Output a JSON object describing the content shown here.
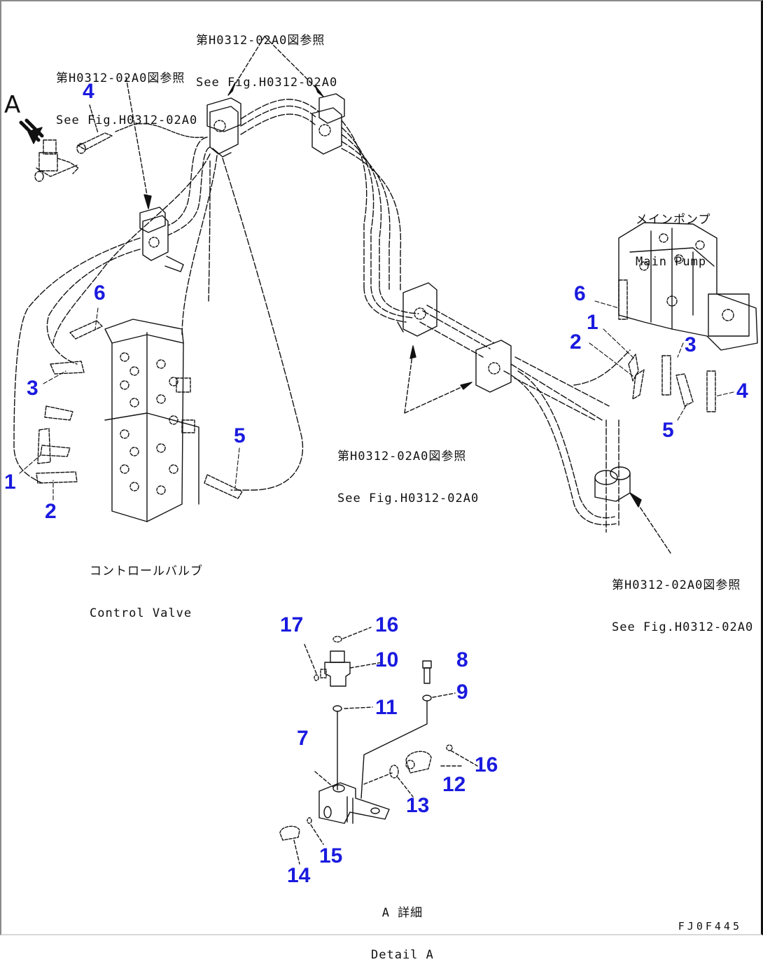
{
  "figure": {
    "code": "FJ0F445",
    "view_letter": "A",
    "accent_color": "#1a1adf",
    "line_color": "#111111"
  },
  "notes": {
    "top_center": {
      "jp": "第H0312-02A0図参照",
      "en": "See Fig.H0312-02A0"
    },
    "top_left": {
      "jp": "第H0312-02A0図参照",
      "en": "See Fig.H0312-02A0"
    },
    "mid_center": {
      "jp": "第H0312-02A0図参照",
      "en": "See Fig.H0312-02A0"
    },
    "bottom_right": {
      "jp": "第H0312-02A0図参照",
      "en": "See Fig.H0312-02A0"
    }
  },
  "components": {
    "main_pump": {
      "jp": "メインポンプ",
      "en": "Main Pump"
    },
    "control_valve": {
      "jp": "コントロールバルブ",
      "en": "Control Valve"
    },
    "detail": {
      "jp": "A 詳細",
      "en": "Detail A"
    }
  },
  "callouts": {
    "upper_left_4": "4",
    "valve_6": "6",
    "valve_3": "3",
    "valve_1": "1",
    "valve_2": "2",
    "valve_5": "5",
    "pump_6": "6",
    "pump_1": "1",
    "pump_2": "2",
    "pump_3": "3",
    "pump_5": "5",
    "pump_4": "4",
    "detail_17": "17",
    "detail_16a": "16",
    "detail_10": "10",
    "detail_8": "8",
    "detail_9": "9",
    "detail_11": "11",
    "detail_7": "7",
    "detail_16b": "16",
    "detail_12": "12",
    "detail_13": "13",
    "detail_15": "15",
    "detail_14": "14"
  }
}
